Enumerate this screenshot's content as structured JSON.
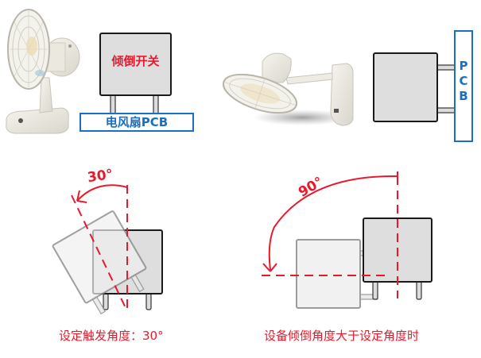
{
  "panels": {
    "top_left": {
      "switch_label": "倾倒开关",
      "pcb_label": "电风扇PCB",
      "image": "desk-fan-upright"
    },
    "top_right": {
      "pcb_label_vertical": [
        "P",
        "C",
        "B"
      ],
      "image": "wall-fan-tilted"
    },
    "bottom_left": {
      "angle_label": "30°",
      "caption": "设定触发角度：30°"
    },
    "bottom_right": {
      "angle_label": "90°",
      "caption": "设备倾倒角度大于设定角度时"
    }
  },
  "colors": {
    "accent_red": "#e8192c",
    "pcb_blue": "#1a6fc4",
    "box_fill": "#dedede",
    "box_stroke": "#1a1a1a",
    "ghost_fill": "#efefef",
    "ghost_stroke": "#8a8a8a"
  }
}
